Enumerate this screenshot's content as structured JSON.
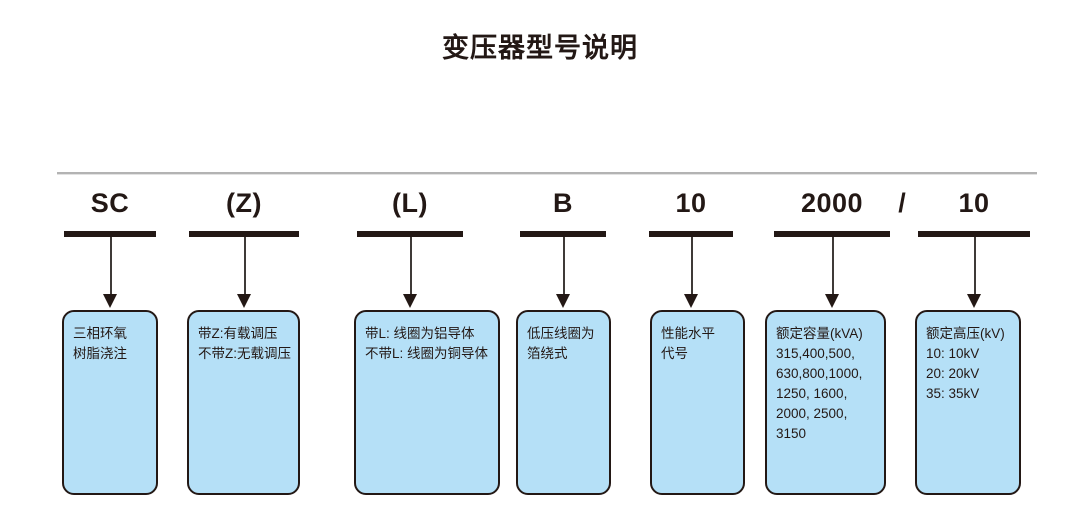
{
  "title": "变压器型号说明",
  "separator": "/",
  "colors": {
    "box_fill": "#b5e0f7",
    "box_border": "#231815",
    "text": "#231815",
    "rule": "#b3b3b3"
  },
  "columns": [
    {
      "code": "SC",
      "lines": [
        "三相环氧",
        "树脂浇注"
      ]
    },
    {
      "code": "(Z)",
      "lines": [
        "带Z:有载调压",
        "不带Z:无载调压"
      ]
    },
    {
      "code": "(L)",
      "lines": [
        "带L: 线圈为铝导体",
        "不带L: 线圈为铜导体"
      ]
    },
    {
      "code": "B",
      "lines": [
        "低压线圈为",
        "箔绕式"
      ]
    },
    {
      "code": "10",
      "lines": [
        "性能水平",
        "代号"
      ]
    },
    {
      "code": "2000",
      "lines": [
        "额定容量(kVA)",
        "315,400,500,",
        "630,800,1000,",
        "1250, 1600,",
        "2000, 2500,",
        "3150"
      ]
    },
    {
      "code": "10",
      "lines": [
        "额定高压(kV)",
        "10: 10kV",
        "20: 20kV",
        "35: 35kV"
      ]
    }
  ]
}
